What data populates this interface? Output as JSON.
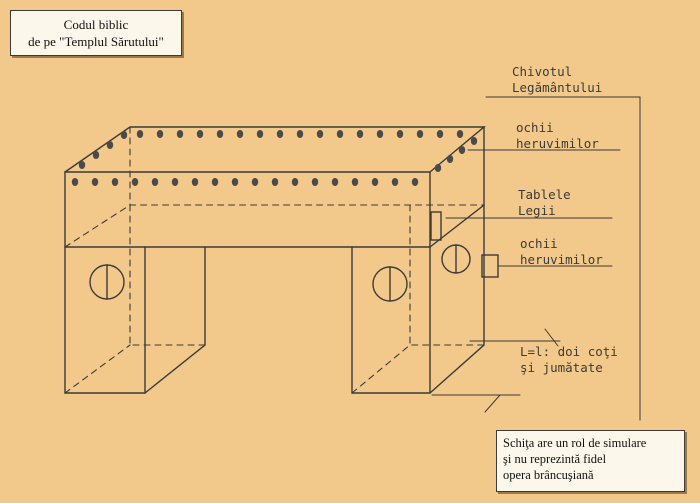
{
  "title": {
    "line1": "Codul biblic",
    "line2": "de pe \"Templul Sărutului\""
  },
  "labels": {
    "chivotul": [
      "Chivotul",
      "Legământului"
    ],
    "ochii_top": [
      "ochii",
      "heruvimilor"
    ],
    "tablele": [
      "Tablele",
      "Legii"
    ],
    "ochii_side": [
      "ochii",
      "heruvimilor"
    ],
    "dimension": [
      "L=l: doi coţi",
      "şi jumătate"
    ]
  },
  "note": {
    "line1": "Schiţa are un rol de simulare",
    "line2": "şi nu reprezintă fidel",
    "line3": "opera brâncuşiană"
  },
  "colors": {
    "background": "#f2c98a",
    "pencil": "#3b3b3b",
    "box": "#fbf7ea"
  }
}
